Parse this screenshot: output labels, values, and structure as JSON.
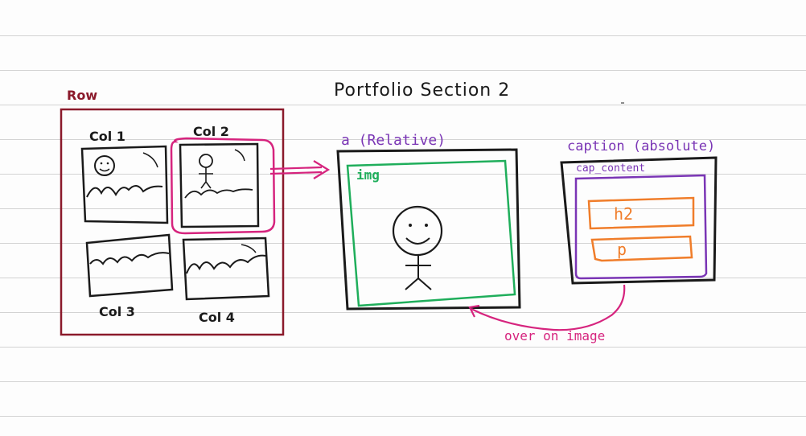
{
  "title": "Portfolio Section 2",
  "row": {
    "label": "Row",
    "columns": [
      "Col 1",
      "Col 2",
      "Col 3",
      "Col 4"
    ]
  },
  "anchor": {
    "label": "a (Relative)",
    "img_label": "img"
  },
  "caption": {
    "label": "caption (absolute)",
    "content_label": "cap_content",
    "h2_label": "h2",
    "p_label": "p"
  },
  "note": "over on image",
  "colors": {
    "row": "#8b1a2b",
    "highlight": "#d6247e",
    "img": "#1fae5b",
    "cap_content": "#7a35b5",
    "fields": "#f07d2a",
    "ink": "#1a1a1a"
  }
}
